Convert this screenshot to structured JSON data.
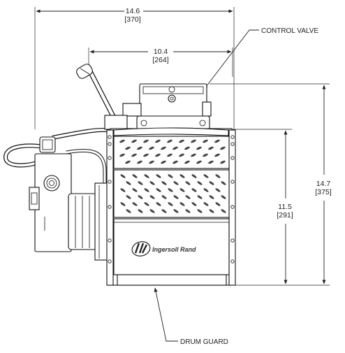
{
  "dimensions": {
    "overall_width": {
      "value": "14.6",
      "metric": "[370]"
    },
    "valve_width": {
      "value": "10.4",
      "metric": "[264]"
    },
    "guard_height": {
      "value": "11.5",
      "metric": "[291]"
    },
    "overall_height": {
      "value": "14.7",
      "metric": "[375]"
    }
  },
  "callouts": {
    "control_valve": "CONTROL VALVE",
    "drum_guard": "DRUM GUARD"
  },
  "branding": {
    "logo_text": "Ingersoll Rand"
  }
}
